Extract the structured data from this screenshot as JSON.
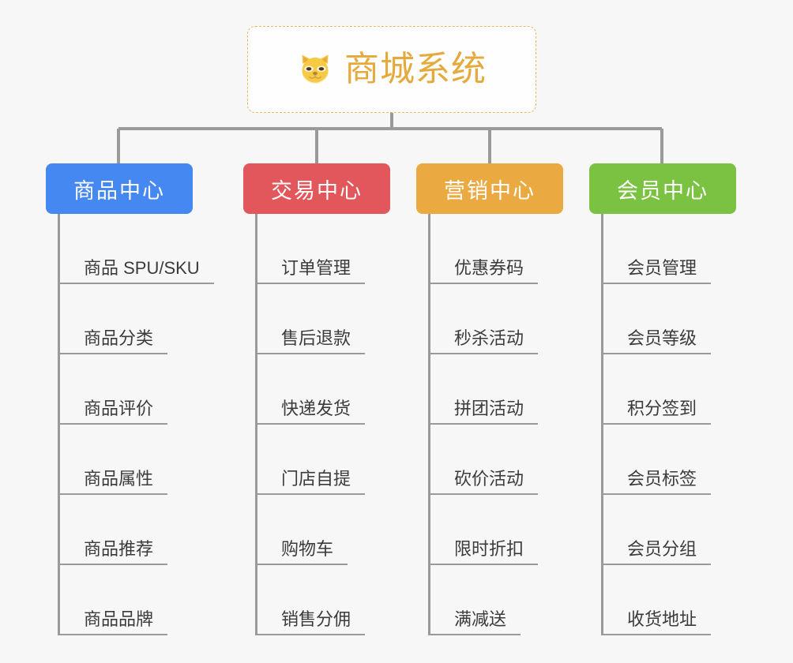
{
  "root": {
    "title": "商城系统",
    "icon": "shiba-dog-icon",
    "text_color": "#e5a93c",
    "border_color": "#e8b866",
    "background": "#fefefe"
  },
  "canvas": {
    "background": "#f7f7f7",
    "connector_color": "#9a9a9a"
  },
  "categories": [
    {
      "label": "商品中心",
      "color": "#4688f1",
      "items": [
        "商品 SPU/SKU",
        "商品分类",
        "商品评价",
        "商品属性",
        "商品推荐",
        "商品品牌"
      ]
    },
    {
      "label": "交易中心",
      "color": "#e2575b",
      "items": [
        "订单管理",
        "售后退款",
        "快递发货",
        "门店自提",
        "购物车",
        "销售分佣"
      ]
    },
    {
      "label": "营销中心",
      "color": "#eaa941",
      "items": [
        "优惠券码",
        "秒杀活动",
        "拼团活动",
        "砍价活动",
        "限时折扣",
        "满减送"
      ]
    },
    {
      "label": "会员中心",
      "color": "#7cc242",
      "items": [
        "会员管理",
        "会员等级",
        "积分签到",
        "会员标签",
        "会员分组",
        "收货地址"
      ]
    }
  ]
}
